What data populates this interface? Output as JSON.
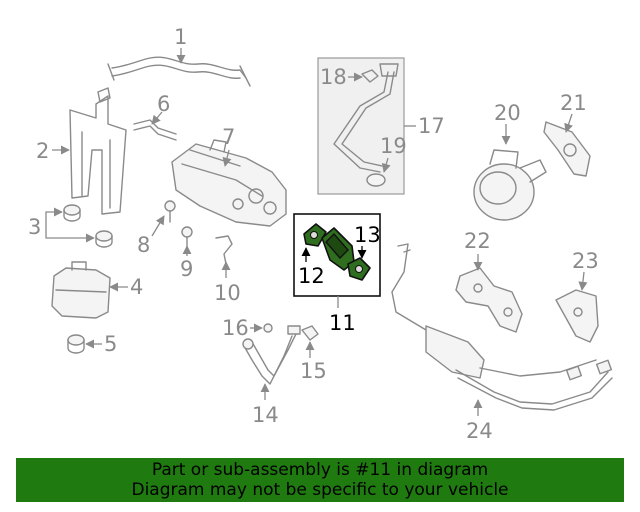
{
  "callouts": {
    "n1": "1",
    "n2": "2",
    "n3": "3",
    "n4": "4",
    "n5": "5",
    "n6": "6",
    "n7": "7",
    "n8": "8",
    "n9": "9",
    "n10": "10",
    "n11": "11",
    "n12": "12",
    "n13": "13",
    "n14": "14",
    "n15": "15",
    "n16": "16",
    "n17": "17",
    "n18": "18",
    "n19": "19",
    "n20": "20",
    "n21": "21",
    "n22": "22",
    "n23": "23",
    "n24": "24"
  },
  "highlight": {
    "part": "11",
    "color": "#2f6e1f"
  },
  "banner": {
    "line1": "Part or sub-assembly is #11 in diagram",
    "line2": "Diagram may not be specific to your vehicle",
    "color": "#1f7a10"
  }
}
